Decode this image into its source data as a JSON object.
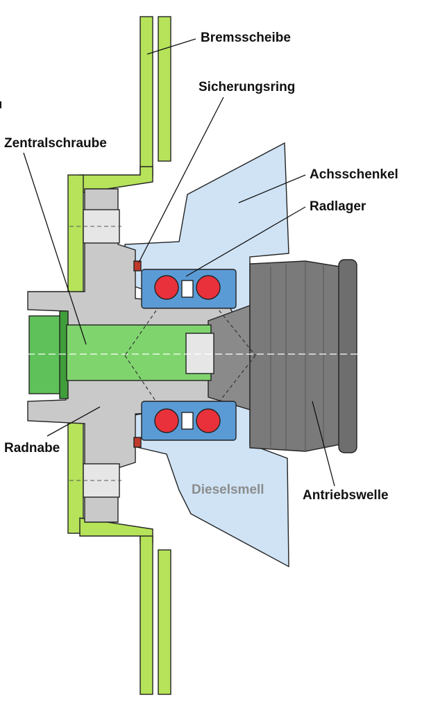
{
  "labels": {
    "brake_disc": "Bremsscheibe",
    "retaining_ring": "Sicherungsring",
    "central_bolt": "Zentralschraube",
    "steering_knuckle": "Achsschenkel",
    "wheel_bearing": "Radlager",
    "wheel_hub": "Radnabe",
    "drive_shaft": "Antriebswelle"
  },
  "watermark": "Dieselsmell",
  "colors": {
    "brake_disc": "#b6e35a",
    "knuckle": "#cfe3f5",
    "hub": "#c9c9c9",
    "bolt": "#5fc15a",
    "bearing_race": "#5b9bd5",
    "bearing_ball": "#e8313a",
    "shaft": "#7a7a7a",
    "ring": "#c0392b"
  }
}
